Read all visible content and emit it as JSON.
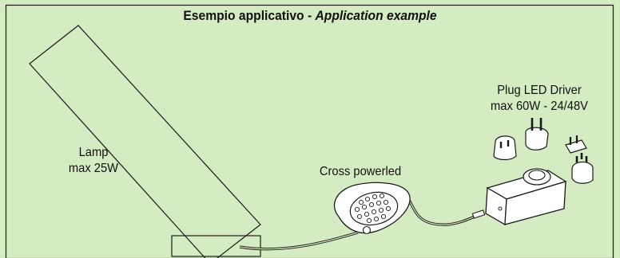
{
  "title": {
    "it": "Esempio applicativo - ",
    "en": "Application example"
  },
  "labels": {
    "lamp_line1": "Lamp",
    "lamp_line2": "max 25W",
    "cross": "Cross powerled",
    "driver_line1": "Plug LED Driver",
    "driver_line2": "max 60W - 24/48V"
  },
  "colors": {
    "background": "#d5ecc2",
    "stroke": "#1a1a1a",
    "device_fill": "#ffffff"
  }
}
